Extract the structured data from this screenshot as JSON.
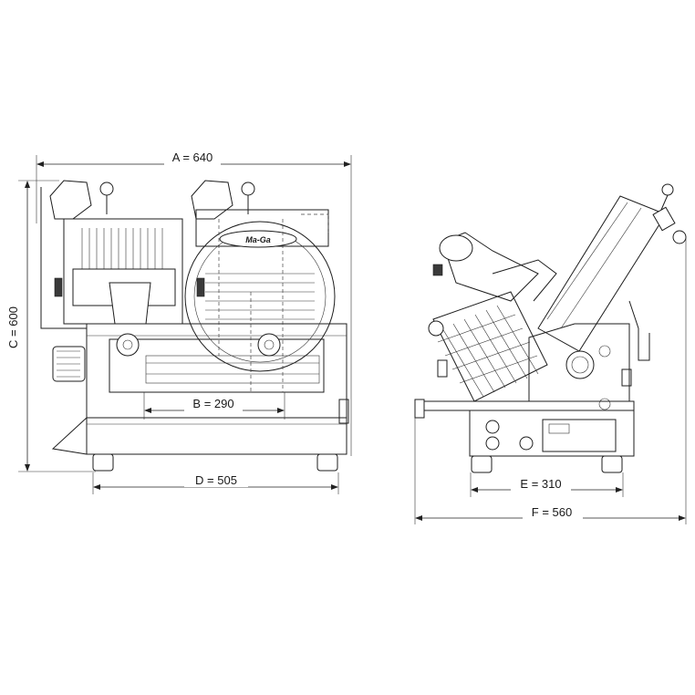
{
  "dimensions": {
    "a": "A = 640",
    "b": "B = 290",
    "c": "C = 600",
    "d": "D = 505",
    "e": "E = 310",
    "f": "F = 560"
  },
  "brand": "Ma-Ga",
  "colors": {
    "line": "#1d1d1d",
    "background": "#ffffff"
  }
}
